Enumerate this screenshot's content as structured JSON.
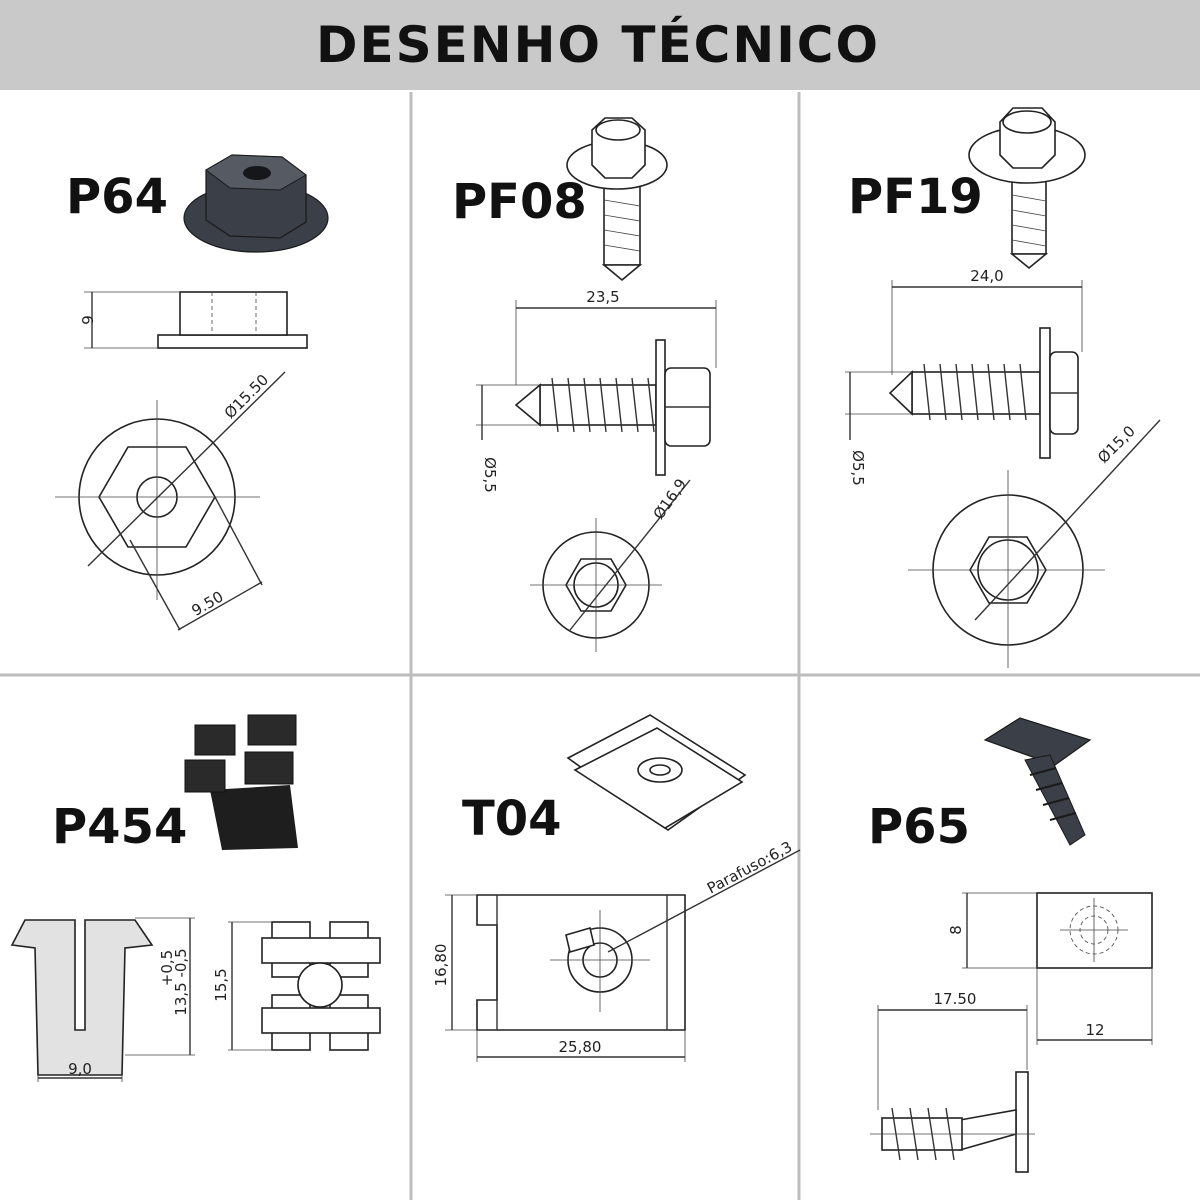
{
  "header": {
    "title": "DESENHO TÉCNICO"
  },
  "colors": {
    "header_bg": "#c9c9c9",
    "divider": "#bdbdbd",
    "part_dark": "#3b3f47"
  },
  "panels": [
    {
      "label": "P64",
      "dims": [
        "6",
        "Ø15.50",
        "9.50"
      ]
    },
    {
      "label": "PF08",
      "dims": [
        "23,5",
        "Ø5,5",
        "Ø16,9"
      ]
    },
    {
      "label": "PF19",
      "dims": [
        "24,0",
        "Ø5,5",
        "Ø15,0"
      ]
    },
    {
      "label": "P454",
      "dims": [
        "+0,5",
        "13,5 -0,5",
        "9,0",
        "15,5"
      ]
    },
    {
      "label": "T04",
      "dims": [
        "16,80",
        "25,80",
        "Parafuso:6,3"
      ]
    },
    {
      "label": "P65",
      "dims": [
        "8",
        "12",
        "17.50"
      ]
    }
  ]
}
